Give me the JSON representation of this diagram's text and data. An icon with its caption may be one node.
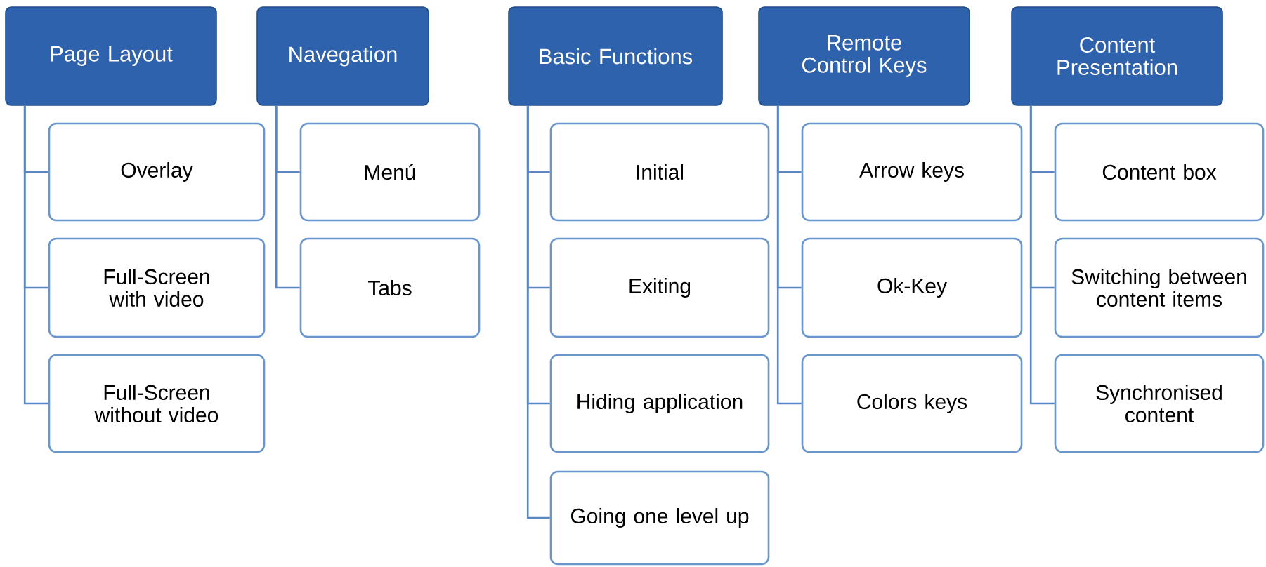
{
  "diagram": {
    "nodes": [
      {
        "text": [
          "Page Layout"
        ]
      },
      {
        "text": [
          "Overlay"
        ]
      },
      {
        "text": [
          "Full-Screen with video"
        ]
      },
      {
        "text": [
          "Full-Screen without video"
        ]
      },
      {
        "text": [
          "Navegation"
        ]
      },
      {
        "text": [
          "Menú"
        ]
      },
      {
        "text": [
          "Tabs"
        ]
      },
      {
        "text": [
          "Basic Functions"
        ]
      },
      {
        "text": [
          "Initial"
        ]
      },
      {
        "text": [
          "Exiting"
        ]
      },
      {
        "text": [
          "Hiding application"
        ]
      },
      {
        "text": [
          "Going one level up"
        ]
      },
      {
        "text": [
          "Remote Control Keys"
        ]
      },
      {
        "text": [
          "Arrow keys"
        ]
      },
      {
        "text": [
          "Ok-Key"
        ]
      },
      {
        "text": [
          "Colors keys"
        ]
      },
      {
        "text": [
          "Content Presentation"
        ]
      },
      {
        "text": [
          "Content box"
        ]
      },
      {
        "text": [
          "Switching between content items"
        ]
      },
      {
        "text": [
          "Synchronised content"
        ]
      }
    ],
    "edges": [
      {
        "from": 0,
        "to": 1,
        "arrow": "none"
      },
      {
        "from": 0,
        "to": 2,
        "arrow": "none"
      },
      {
        "from": 0,
        "to": 3,
        "arrow": "none"
      },
      {
        "from": 4,
        "to": 5,
        "arrow": "none"
      },
      {
        "from": 4,
        "to": 6,
        "arrow": "none"
      },
      {
        "from": 7,
        "to": 8,
        "arrow": "none"
      },
      {
        "from": 7,
        "to": 9,
        "arrow": "none"
      },
      {
        "from": 7,
        "to": 10,
        "arrow": "none"
      },
      {
        "from": 7,
        "to": 11,
        "arrow": "none"
      },
      {
        "from": 12,
        "to": 13,
        "arrow": "none"
      },
      {
        "from": 12,
        "to": 14,
        "arrow": "none"
      },
      {
        "from": 12,
        "to": 15,
        "arrow": "none"
      },
      {
        "from": 16,
        "to": 17,
        "arrow": "none"
      },
      {
        "from": 16,
        "to": 18,
        "arrow": "none"
      },
      {
        "from": 16,
        "to": 19,
        "arrow": "none"
      }
    ]
  }
}
